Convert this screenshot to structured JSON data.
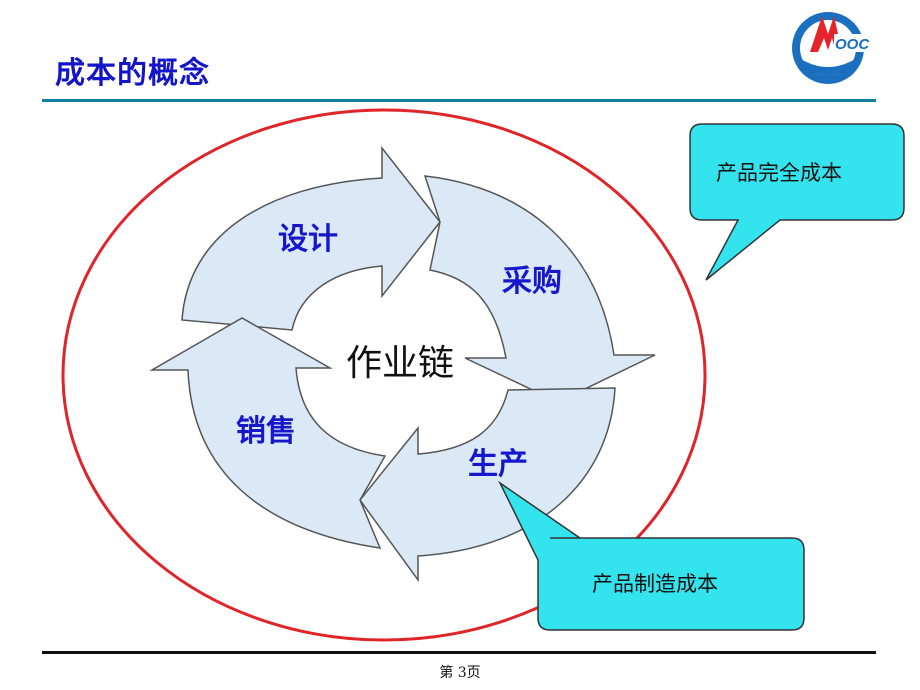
{
  "slide": {
    "title": "成本的概念",
    "page_label": "第 3页"
  },
  "logo": {
    "text": "OOC",
    "colors": {
      "blue": "#1a6fbf",
      "red": "#e8222a"
    }
  },
  "cycle": {
    "center_label": "作业链",
    "stages": [
      {
        "id": "design",
        "label": "设计"
      },
      {
        "id": "procure",
        "label": "采购"
      },
      {
        "id": "produce",
        "label": "生产"
      },
      {
        "id": "sales",
        "label": "销售"
      }
    ],
    "arrow_fill": "#dbe9f7",
    "arrow_stroke": "#555555"
  },
  "callouts": {
    "full_cost": "产品完全成本",
    "manufacturing_cost": "产品制造成本",
    "fill": "#33e3ee"
  },
  "outer_ellipse_color": "#e0252a",
  "title_color": "#1414c8"
}
